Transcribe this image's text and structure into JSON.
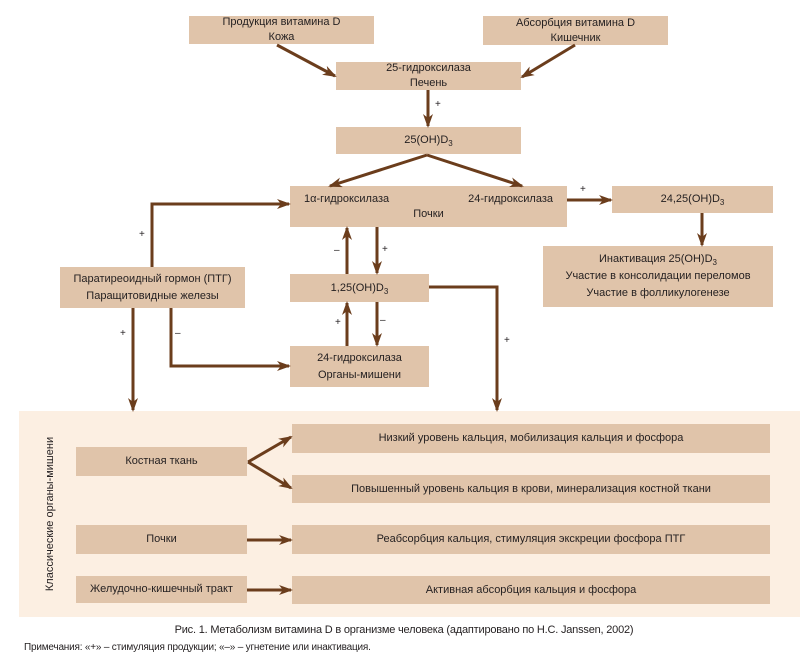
{
  "nodes": {
    "production": {
      "line1": "Продукция витамина D",
      "line2": "Кожа"
    },
    "absorption": {
      "line1": "Абсорбция витамина D",
      "line2": "Кишечник"
    },
    "liver": {
      "line1": "25-гидроксилаза",
      "line2": "Печень"
    },
    "calcidiol": {
      "base": "25(OH)D",
      "sub": "3"
    },
    "kidney": {
      "enzyme_left": "1α-гидроксилаза",
      "enzyme_right": "24-гидроксилаза",
      "organ": "Почки"
    },
    "metabolite_2425": {
      "base": "24,25(OH)D",
      "sub": "3"
    },
    "inactivation": {
      "line1_base": "Инактивация 25(OH)D",
      "line1_sub": "3",
      "line2": "Участие в консолидации переломов",
      "line3": "Участие в фолликулогенезе"
    },
    "pth": {
      "line1": "Паратиреоидный гормон (ПТГ)",
      "line2": "Паращитовидные железы"
    },
    "calcitriol": {
      "base": "1,25(OH)D",
      "sub": "3"
    },
    "target_enzyme": {
      "line1": "24-гидроксилаза",
      "line2": "Органы-мишени"
    }
  },
  "panel": {
    "label": "Классические органы-мишени",
    "organs": [
      "Костная ткань",
      "Почки",
      "Желудочно-кишечный тракт"
    ],
    "effects": [
      "Низкий уровень кальция, мобилизация кальция и фосфора",
      "Повышенный уровень кальция в крови, минерализация костной ткани",
      "Реабсорбция кальция, стимуляция экскреции фосфора ПТГ",
      "Активная абсорбция кальция и фосфора"
    ]
  },
  "signs": {
    "liver_to_calcidiol": "+",
    "kidney24_to_2425": "+",
    "pth_to_kidney": "+",
    "pth_to_panel": "+",
    "pth_to_target": "–",
    "calcitriol_to_kidney": "–",
    "kidney_to_calcitriol": "+",
    "target_to_calcitriol": "+",
    "calcitriol_to_target": "–",
    "calcitriol_to_panel": "+"
  },
  "colors": {
    "box": "#e0c4aa",
    "panel": "#fcefe2",
    "arrow": "#6b3d1c",
    "text": "#231f20"
  },
  "caption": "Рис. 1. Метаболизм витамина D в организме человека (адаптировано по H.C. Janssen, 2002)",
  "notes": "Примечания: «+» – стимуляция продукции; «–» – угнетение или инактивация."
}
